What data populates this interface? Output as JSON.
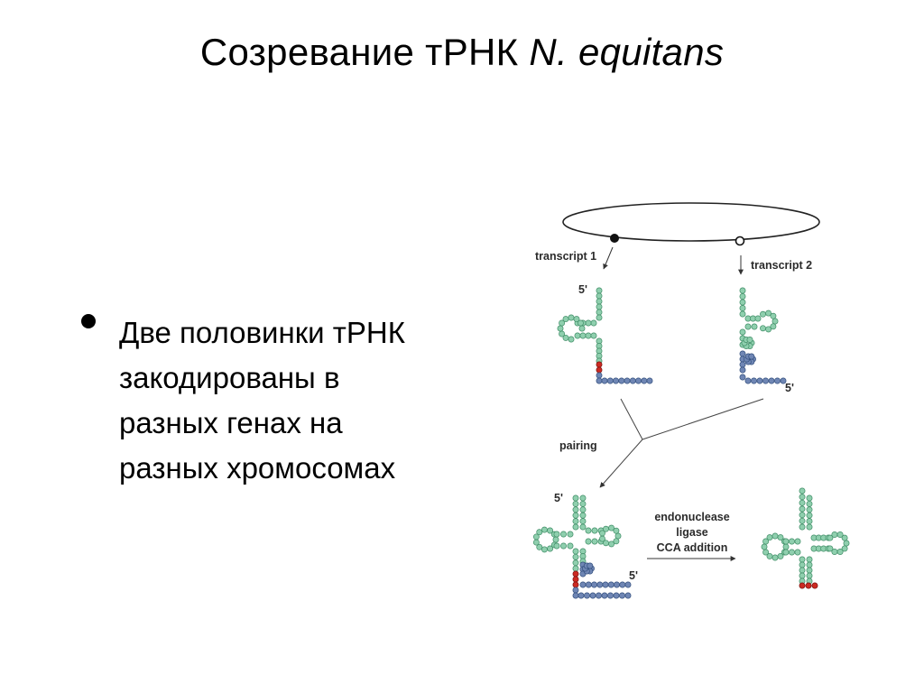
{
  "title": {
    "prefix": "Созревание тРНК ",
    "italic": "N. equitans"
  },
  "bullet": {
    "lines": [
      "Две половинки тРНК",
      "закодированы в",
      "разных генах на",
      "разных хромосомах"
    ]
  },
  "diagram": {
    "transcript1_label": "transcript 1",
    "transcript2_label": "transcript 2",
    "five_prime_top_left": "5'",
    "five_prime_top_right": "5'",
    "pairing_label": "pairing",
    "five_prime_paired_left": "5'",
    "five_prime_paired_right": "5'",
    "process_lines": [
      "endonuclease",
      "ligase",
      "CCA addition"
    ],
    "colors": {
      "strand_green": "#8fcfae",
      "strand_green_stroke": "#3f8d66",
      "strand_blue": "#6f86b4",
      "strand_blue_stroke": "#34507e",
      "junction_red": "#cc2a22",
      "outline": "#222222"
    }
  }
}
